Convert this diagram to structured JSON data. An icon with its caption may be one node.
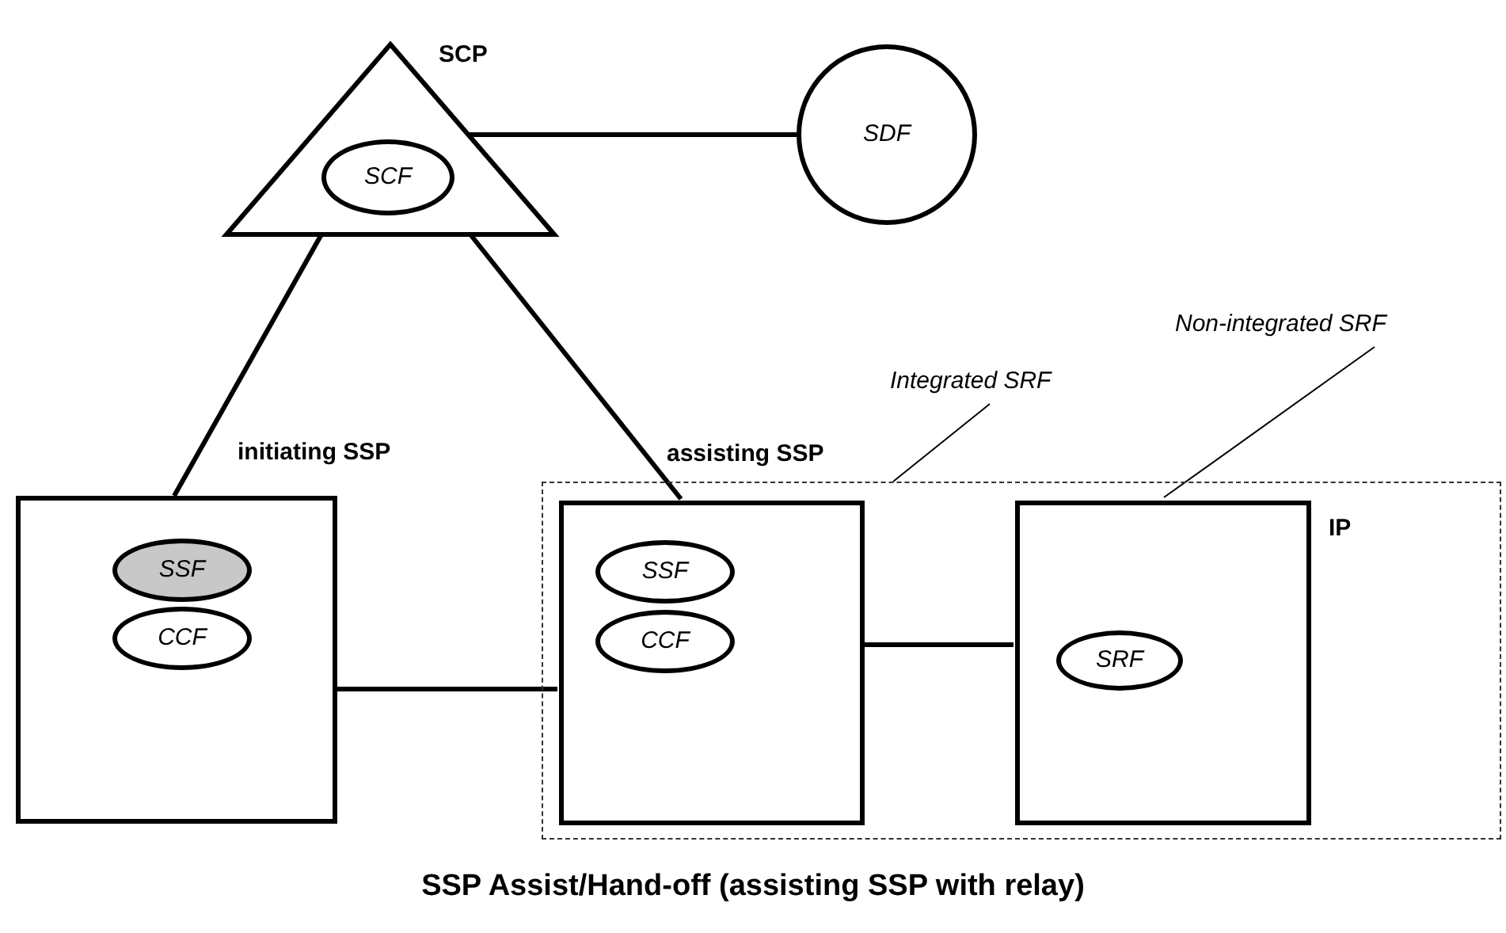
{
  "diagram": {
    "caption": "SSP Assist/Hand-off (assisting SSP with relay)",
    "nodes": [
      {
        "text": [
          "SCP"
        ]
      },
      {
        "text": [
          "SCF"
        ],
        "in": 0
      },
      {
        "text": [
          "SDF"
        ]
      },
      {
        "text": [
          "initiating SSP"
        ]
      },
      {
        "text": [
          "SSF"
        ],
        "in": 3
      },
      {
        "text": [
          "CCF"
        ],
        "in": 3
      },
      {
        "text": [],
        "shape": "box"
      },
      {
        "text": [
          "assisting SSP"
        ],
        "in": 6
      },
      {
        "text": [
          "SSF"
        ],
        "in": 7
      },
      {
        "text": [
          "CCF"
        ],
        "in": 7
      },
      {
        "text": [
          "IP"
        ],
        "in": 6
      },
      {
        "text": [
          "SRF"
        ],
        "in": 10
      },
      {
        "text": [
          "Integrated SRF"
        ]
      },
      {
        "text": [
          "Non-integrated SRF"
        ]
      }
    ],
    "edges": [
      {
        "from": 0,
        "to": 2,
        "arrow": "none"
      },
      {
        "from": 0,
        "to": 3,
        "arrow": "none"
      },
      {
        "from": 0,
        "to": 7,
        "arrow": "none"
      },
      {
        "from": 3,
        "to": 7,
        "arrow": "none"
      },
      {
        "from": 7,
        "to": 10,
        "arrow": "none"
      },
      {
        "from": 12,
        "to": 6,
        "arrow": "none"
      },
      {
        "from": 13,
        "to": 10,
        "arrow": "none"
      }
    ]
  }
}
